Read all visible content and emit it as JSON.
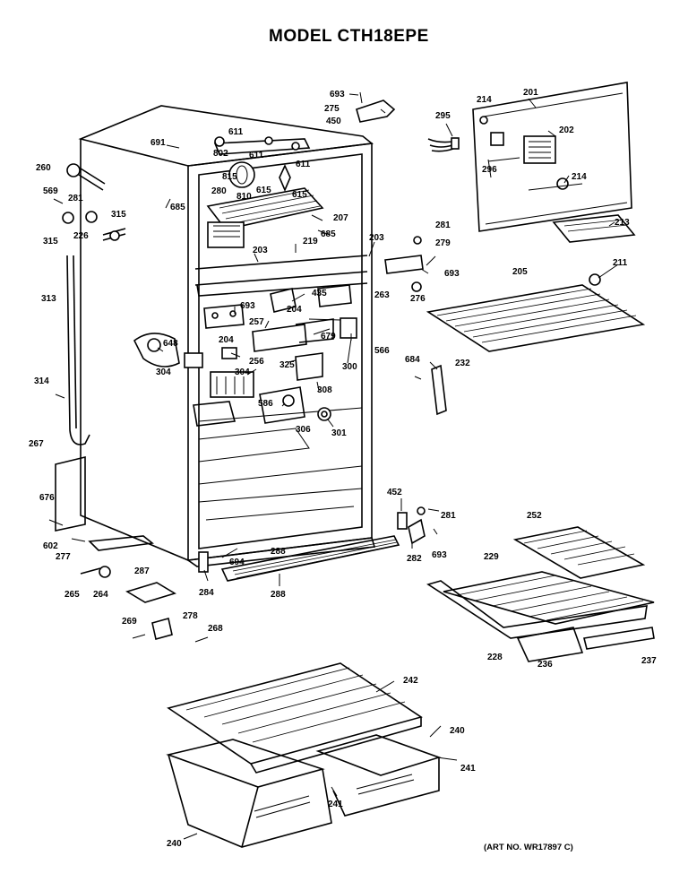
{
  "title": "MODEL CTH18EPE",
  "art_number": "(ART NO. WR17897 C)",
  "part_labels": [
    "693",
    "275",
    "450",
    "295",
    "214",
    "201",
    "202",
    "296",
    "214",
    "213",
    "691",
    "802",
    "611",
    "611",
    "611",
    "815",
    "615",
    "810",
    "280",
    "615",
    "260",
    "569",
    "281",
    "315",
    "315",
    "226",
    "685",
    "207",
    "685",
    "219",
    "203",
    "203",
    "281",
    "279",
    "693",
    "211",
    "205",
    "263",
    "276",
    "435",
    "693",
    "204",
    "257",
    "204",
    "679",
    "566",
    "313",
    "648",
    "304",
    "256",
    "304",
    "325",
    "300",
    "308",
    "306",
    "586",
    "301",
    "684",
    "232",
    "314",
    "267",
    "676",
    "602",
    "277",
    "452",
    "281",
    "282",
    "693",
    "252",
    "229",
    "265",
    "264",
    "287",
    "284",
    "288",
    "694",
    "288",
    "228",
    "236",
    "237",
    "269",
    "278",
    "268",
    "242",
    "240",
    "241",
    "241",
    "240"
  ]
}
